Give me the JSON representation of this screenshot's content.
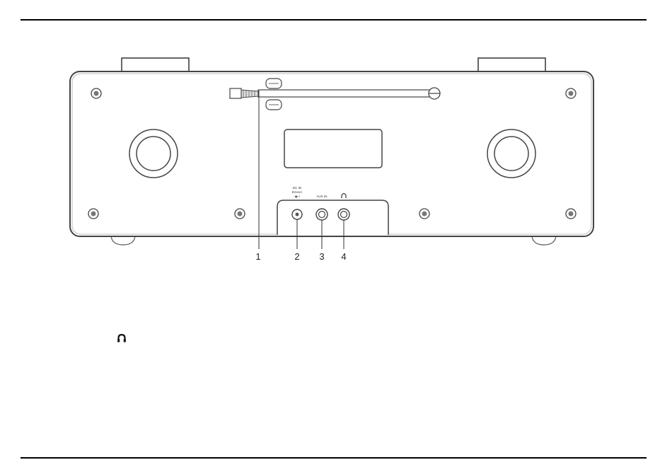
{
  "diagram": {
    "callouts": [
      "1",
      "2",
      "3",
      "4"
    ],
    "port_labels": {
      "dc_in": "DC IN",
      "dc_spec": "5V⎓1A",
      "dc_polarity": "-◉-+",
      "aux_in": "AUX IN"
    },
    "icons": {
      "headphone_port_symbol": "headphone-icon",
      "legend_headphone": "headphone-icon"
    }
  }
}
